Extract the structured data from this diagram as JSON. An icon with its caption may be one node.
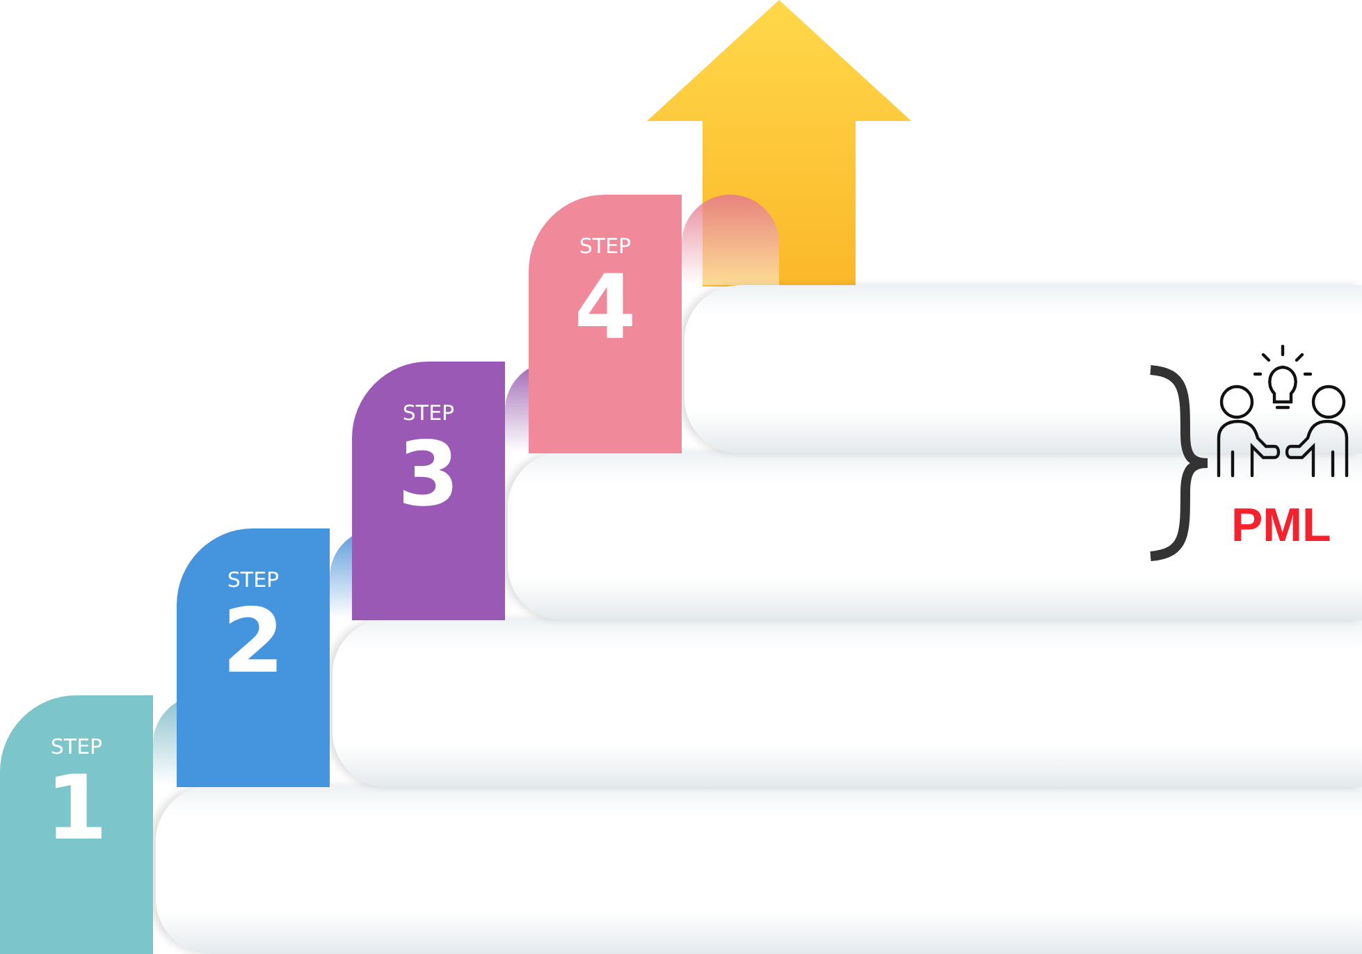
{
  "diagram": {
    "nodes": [
      {
        "text": [
          "STEP",
          "1"
        ]
      },
      {
        "text": [
          "STEP",
          "2"
        ]
      },
      {
        "text": [
          "STEP",
          "3"
        ]
      },
      {
        "text": [
          "STEP",
          "4"
        ]
      },
      {
        "text": [],
        "shape": "bar"
      },
      {
        "text": [],
        "shape": "bar"
      },
      {
        "text": [],
        "shape": "bar"
      },
      {
        "text": [],
        "shape": "bar"
      }
    ],
    "labels": [
      "PML"
    ]
  }
}
